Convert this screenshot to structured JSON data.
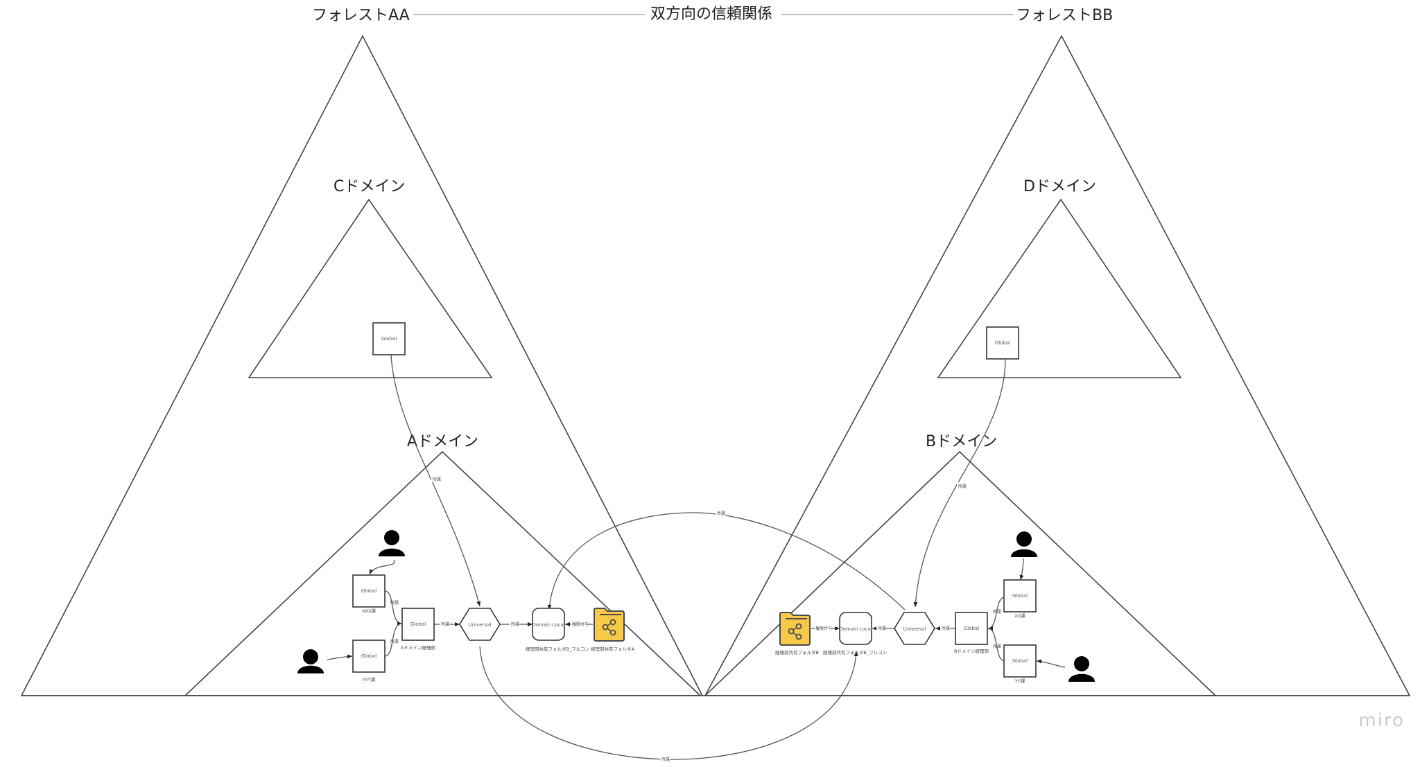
{
  "title": {
    "forest_left": "フォレストAA",
    "forest_right": "フォレストBB",
    "trust": "双方向の信頼関係"
  },
  "domains": {
    "c": "Cドメイン",
    "d": "Dドメイン",
    "a": "Aドメイン",
    "b": "Bドメイン"
  },
  "nodes": {
    "global": "Global",
    "universal": "Universal",
    "domain_local": "Domain Local"
  },
  "captions": {
    "xxx": "XXX課",
    "yyy": "YYY課",
    "a_dept": "Aドメイン経理部",
    "a_dl": "経理部共有フォルダB_フルコン",
    "a_folder": "経理部共有フォルダA",
    "b_folder": "経理部共有フォルダB",
    "b_dl": "経理部共有フォルダB_フルコン",
    "b_dept": "Bドメイン経理部",
    "xx": "XX課",
    "yy": "YY課"
  },
  "edge_labels": {
    "member": "所属",
    "grant": "権限付与"
  },
  "watermark": "miro",
  "colors": {
    "folder": "#f7c948",
    "line": "#444444"
  }
}
